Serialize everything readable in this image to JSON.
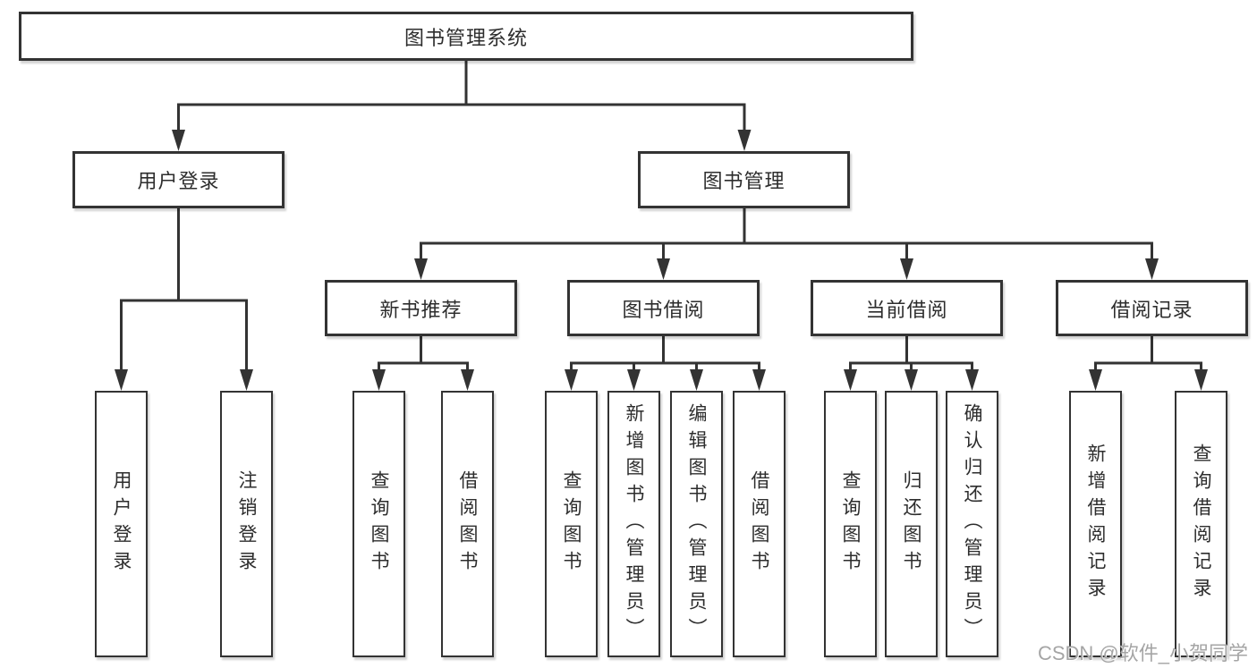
{
  "diagram": {
    "tree": {
      "label": "图书管理系统",
      "children": [
        {
          "label": "用户登录",
          "children": [
            {
              "label": "用户登录"
            },
            {
              "label": "注销登录"
            }
          ]
        },
        {
          "label": "图书管理",
          "children": [
            {
              "label": "新书推荐",
              "children": [
                {
                  "label": "查询图书"
                },
                {
                  "label": "借阅图书"
                }
              ]
            },
            {
              "label": "图书借阅",
              "children": [
                {
                  "label": "查询图书"
                },
                {
                  "label": "新增图书（管理员）"
                },
                {
                  "label": "编辑图书（管理员）"
                },
                {
                  "label": "借阅图书"
                }
              ]
            },
            {
              "label": "当前借阅",
              "children": [
                {
                  "label": "查询图书"
                },
                {
                  "label": "归还图书"
                },
                {
                  "label": "确认归还（管理员）"
                }
              ]
            },
            {
              "label": "借阅记录",
              "children": [
                {
                  "label": "新增借阅记录"
                },
                {
                  "label": "查询借阅记录"
                }
              ]
            }
          ]
        }
      ]
    },
    "colors": {
      "line": "#333333",
      "box_border": "#333333",
      "box_fill": "#ffffff",
      "text": "#2d2d2d",
      "watermark": "#a5a5a5",
      "background": "#ffffff"
    }
  },
  "watermark": {
    "text": "CSDN @软件_小贺同学"
  }
}
